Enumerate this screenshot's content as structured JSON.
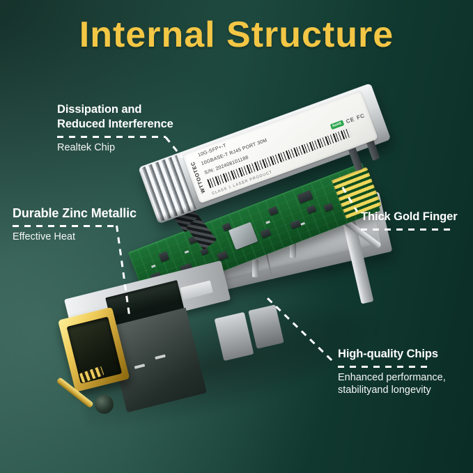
{
  "title": "Internal Structure",
  "callouts": {
    "dissipation": {
      "line1": "Dissipation and",
      "line2": "Reduced Interference",
      "sub": "Realtek Chip"
    },
    "zinc": {
      "line1": "Durable Zinc Metallic",
      "sub": "Effective Heat"
    },
    "gold_finger": {
      "line1": "Thick Gold Finger"
    },
    "chips": {
      "line1": "High-quality Chips",
      "sub1": "Enhanced performance,",
      "sub2": "stabilityand longevity"
    }
  },
  "module_label": {
    "brand": "WTTOOTEC",
    "model": "10G-SFP+-T",
    "spec": "10GBASE-T RJ45 PORT 30M",
    "serial": "S/N: 202408101188",
    "laser_class": "CLASS 1 LASER PRODUCT",
    "marks": {
      "rohs": "RoHS",
      "ce": "CE",
      "fc": "FC"
    }
  },
  "colors": {
    "background_dark": "#0a2d25",
    "background_light": "#2c574c",
    "title_gold": "#f3c645",
    "callout_text": "#ffffff",
    "pcb_green": "#156029",
    "gold_finger": "#eed75a",
    "gold_connector": "#e3bd45",
    "metal": "#c5c9cb"
  }
}
